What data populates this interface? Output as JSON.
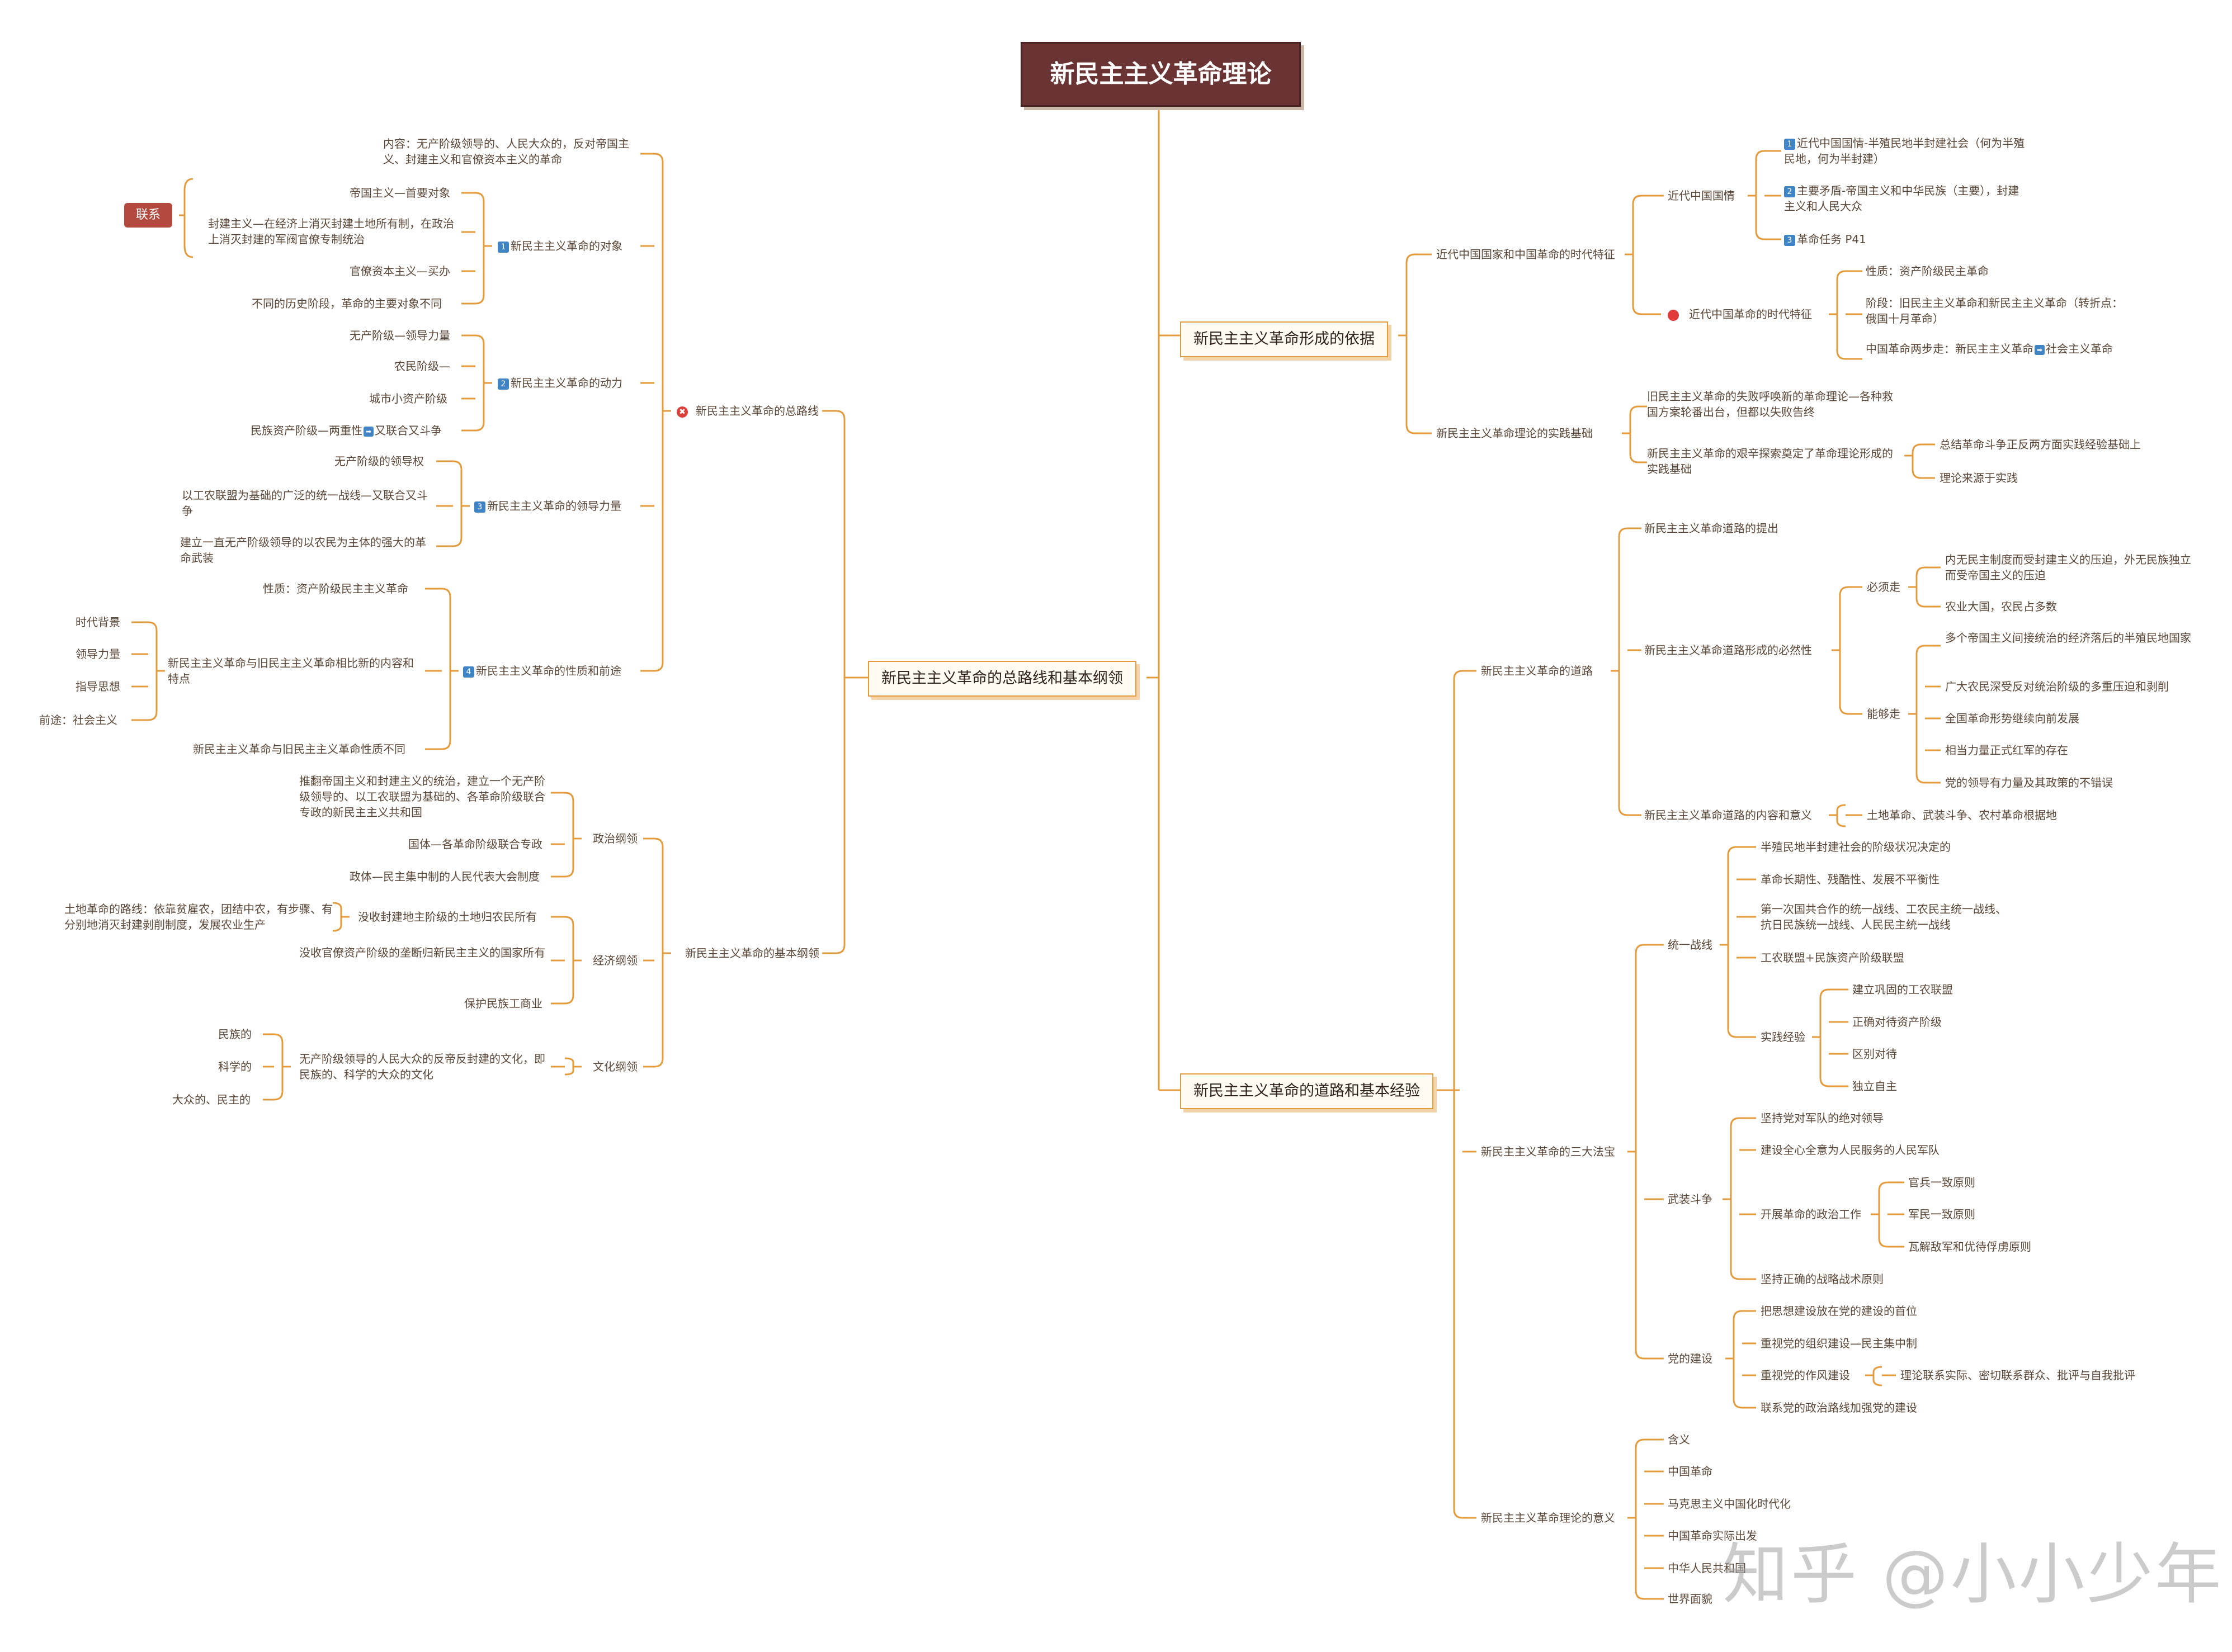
{
  "title": "新民主主义革命理论",
  "branches": {
    "b1": "新民主主义革命形成的依据",
    "b2": "新民主主义革命的总路线和基本纲领",
    "b3": "新民主主义革命的道路和基本经验"
  },
  "left": {
    "zongluxian": "新民主主义革命的总路线",
    "neirong": "内容：无产阶级领导的、人民大众的，反对帝国主义、封建主义和官僚资本主义的革命",
    "duixiang": "新民主主义革命的对象",
    "dx1": "帝国主义—首要对象",
    "dx2": "封建主义—在经济上消灭封建土地所有制，在政治上消灭封建的军阀官僚专制统治",
    "dx3": "官僚资本主义—买办",
    "dx4": "不同的历史阶段，革命的主要对象不同",
    "lianxi": "联系",
    "dongli": "新民主主义革命的动力",
    "dl1": "无产阶级—领导力量",
    "dl2": "农民阶级—",
    "dl3": "城市小资产阶级",
    "dl4a": "民族资产阶级—两重性",
    "dl4b": "又联合又斗争",
    "lingdao": "新民主主义革命的领导力量",
    "ld1": "无产阶级的领导权",
    "ld2": "以工农联盟为基础的广泛的统一战线—又联合又斗争",
    "ld3": "建立一直无产阶级领导的以农民为主体的强大的革命武装",
    "xingzhi": "新民主主义革命的性质和前途",
    "xz1": "性质：资产阶级民主主义革命",
    "xz2": "新民主主义革命与旧民主主义革命相比新的内容和特点",
    "xz2a": "时代背景",
    "xz2b": "领导力量",
    "xz2c": "指导思想",
    "xz2d": "前途：社会主义",
    "xz3": "新民主主义革命与旧民主主义革命性质不同",
    "gangling": "新民主主义革命的基本纲领",
    "zhengzhi": "政治纲领",
    "zz1": "推翻帝国主义和封建主义的统治，建立一个无产阶级领导的、以工农联盟为基础的、各革命阶级联合专政的新民主主义共和国",
    "zz2": "国体—各革命阶级联合专政",
    "zz3": "政体—民主集中制的人民代表大会制度",
    "jingji": "经济纲领",
    "jj1": "没收封建地主阶级的土地归农民所有",
    "jj1a": "土地革命的路线：依靠贫雇农，团结中农，有步骤、有分别地消灭封建剥削制度，发展农业生产",
    "jj2": "没收官僚资产阶级的垄断归新民主主义的国家所有",
    "jj3": "保护民族工商业",
    "wenhua": "文化纲领",
    "wh1": "无产阶级领导的人民大众的反帝反封建的文化，即民族的、科学的大众的文化",
    "wh1a": "民族的",
    "wh1b": "科学的",
    "wh1c": "大众的、民主的"
  },
  "right1": {
    "tezheng": "近代中国国家和中国革命的时代特征",
    "guoqing": "近代中国国情",
    "gq1": "近代中国国情-半殖民地半封建社会（何为半殖民地，何为半封建）",
    "gq2": "主要矛盾-帝国主义和中华民族（主要），封建主义和人民大众",
    "gq3": "革命任务 P41",
    "shidai": "近代中国革命的时代特征",
    "sd1": "性质：资产阶级民主革命",
    "sd2": "阶段：旧民主主义革命和新民主主义革命（转折点：俄国十月革命）",
    "sd3a": "中国革命两步走：新民主主义革命",
    "sd3b": "社会主义革命",
    "shijian": "新民主主义革命理论的实践基础",
    "sj1": "旧民主主义革命的失败呼唤新的革命理论—各种救国方案轮番出台，但都以失败告终",
    "sj2": "新民主主义革命的艰辛探索奠定了革命理论形成的实践基础",
    "sj2a": "总结革命斗争正反两方面实践经验基础上",
    "sj2b": "理论来源于实践"
  },
  "right2": {
    "daolu": "新民主主义革命的道路",
    "tichu": "新民主主义革命道路的提出",
    "biran": "新民主主义革命道路形成的必然性",
    "bixu": "必须走",
    "bx1": "内无民主制度而受封建主义的压迫，外无民族独立而受帝国主义的压迫",
    "bx2": "农业大国，农民占多数",
    "nenggou": "能够走",
    "ng1": "多个帝国主义间接统治的经济落后的半殖民地国家",
    "ng2": "广大农民深受反对统治阶级的多重压迫和剥削",
    "ng3": "全国革命形势继续向前发展",
    "ng4": "相当力量正式红军的存在",
    "ng5": "党的领导有力量及其政策的不错误",
    "neirongyiyi": "新民主主义革命道路的内容和意义",
    "nr1": "土地革命、武装斗争、农村革命根据地",
    "fabao": "新民主主义革命的三大法宝",
    "tongyi": "统一战线",
    "ty1": "半殖民地半封建社会的阶级状况决定的",
    "ty2": "革命长期性、残酷性、发展不平衡性",
    "ty3": "第一次国共合作的统一战线、工农民主统一战线、抗日民族统一战线、人民民主统一战线",
    "ty4": "工农联盟+民族资产阶级联盟",
    "shijianjingyan": "实践经验",
    "sy1": "建立巩固的工农联盟",
    "sy2": "正确对待资产阶级",
    "sy3": "区别对待",
    "sy4": "独立自主",
    "wuzhuang": "武装斗争",
    "wz1": "坚持党对军队的绝对领导",
    "wz2": "建设全心全意为人民服务的人民军队",
    "wz3": "开展革命的政治工作",
    "wz3a": "官兵一致原则",
    "wz3b": "军民一致原则",
    "wz3c": "瓦解敌军和优待俘虏原则",
    "wz4": "坚持正确的战略战术原则",
    "dangjianshe": "党的建设",
    "dj1": "把思想建设放在党的建设的首位",
    "dj2": "重视党的组织建设—民主集中制",
    "dj3": "重视党的作风建设",
    "dj3a": "理论联系实际、密切联系群众、批评与自我批评",
    "dj4": "联系党的政治路线加强党的建设",
    "yiyi": "新民主主义革命理论的意义",
    "yy1": "含义",
    "yy2": "中国革命",
    "yy3": "马克思主义中国化时代化",
    "yy4": "中国革命实际出发",
    "yy5": "中华人民共和国",
    "yy6": "世界面貌"
  },
  "watermark": "知乎 @小小少年",
  "colors": {
    "line": "#e39b3c",
    "root": "#6b3434",
    "badge": "#3f84c5",
    "tag": "#b34a40"
  }
}
